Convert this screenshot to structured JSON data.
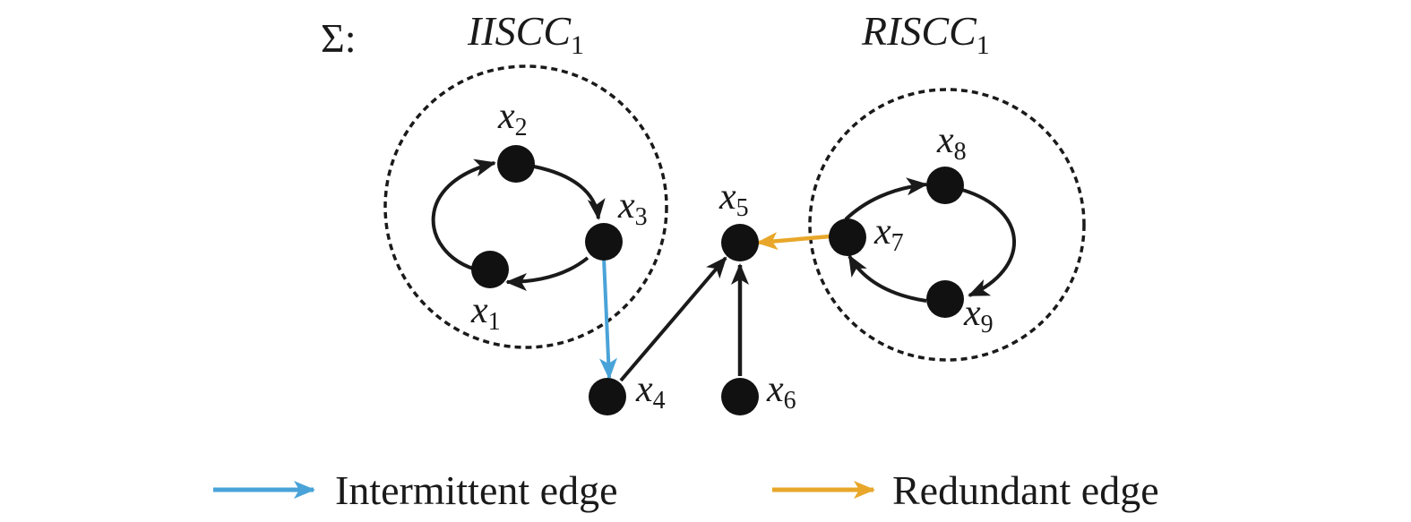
{
  "system_symbol": "Σ:",
  "groups": [
    {
      "id": "iiscc",
      "title_base": "IISCC",
      "title_sub": "1"
    },
    {
      "id": "riscc",
      "title_base": "RISCC",
      "title_sub": "1"
    }
  ],
  "nodes": [
    {
      "id": "x1",
      "base": "x",
      "sub": "1"
    },
    {
      "id": "x2",
      "base": "x",
      "sub": "2"
    },
    {
      "id": "x3",
      "base": "x",
      "sub": "3"
    },
    {
      "id": "x4",
      "base": "x",
      "sub": "4"
    },
    {
      "id": "x5",
      "base": "x",
      "sub": "5"
    },
    {
      "id": "x6",
      "base": "x",
      "sub": "6"
    },
    {
      "id": "x7",
      "base": "x",
      "sub": "7"
    },
    {
      "id": "x8",
      "base": "x",
      "sub": "8"
    },
    {
      "id": "x9",
      "base": "x",
      "sub": "9"
    }
  ],
  "edges": [
    {
      "from": "x1",
      "to": "x2",
      "type": "normal"
    },
    {
      "from": "x2",
      "to": "x3",
      "type": "normal"
    },
    {
      "from": "x3",
      "to": "x1",
      "type": "normal"
    },
    {
      "from": "x3",
      "to": "x4",
      "type": "intermittent"
    },
    {
      "from": "x4",
      "to": "x5",
      "type": "normal"
    },
    {
      "from": "x6",
      "to": "x5",
      "type": "normal"
    },
    {
      "from": "x7",
      "to": "x5",
      "type": "redundant"
    },
    {
      "from": "x7",
      "to": "x8",
      "type": "normal"
    },
    {
      "from": "x8",
      "to": "x9",
      "type": "normal"
    },
    {
      "from": "x9",
      "to": "x7",
      "type": "normal"
    }
  ],
  "legend": {
    "intermittent_label": "Intermittent edge",
    "redundant_label": "Redundant edge"
  },
  "colors": {
    "node": "#111111",
    "edge": "#1a1a1a",
    "intermittent": "#4aa3d8",
    "redundant": "#e8a72a",
    "boundary": "#1a1a1a"
  }
}
